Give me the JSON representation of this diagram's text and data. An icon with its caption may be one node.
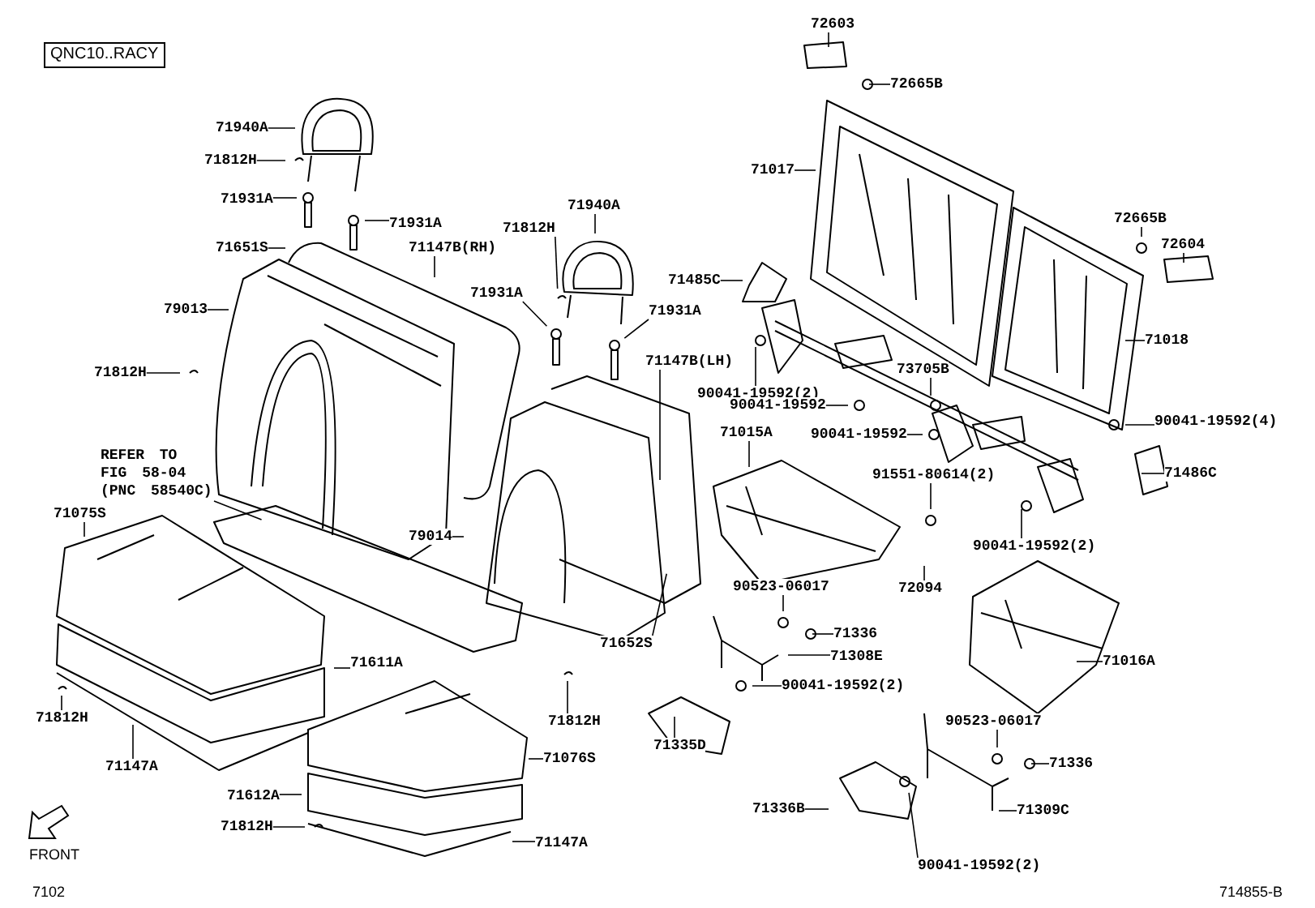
{
  "diagram": {
    "nodes": [
      {
        "text": [
          "QNC10..RACY"
        ]
      },
      {
        "text": [
          "72603"
        ]
      },
      {
        "text": [
          "72665B"
        ]
      },
      {
        "text": [
          "71940A"
        ]
      },
      {
        "text": [
          "71940A"
        ]
      },
      {
        "text": [
          "71812H"
        ]
      },
      {
        "text": [
          "71017"
        ]
      },
      {
        "text": [
          "71931A"
        ]
      },
      {
        "text": [
          "71931A"
        ]
      },
      {
        "text": [
          "71812H"
        ]
      },
      {
        "text": [
          "72665B"
        ]
      },
      {
        "text": [
          "72604"
        ]
      },
      {
        "text": [
          "71651S"
        ]
      },
      {
        "text": [
          "71147B(RH)"
        ]
      },
      {
        "text": [
          "71485C"
        ]
      },
      {
        "text": [
          "71931A"
        ]
      },
      {
        "text": [
          "71931A"
        ]
      },
      {
        "text": [
          "79013"
        ]
      },
      {
        "text": [
          "71018"
        ]
      },
      {
        "text": [
          "71147B(LH)"
        ]
      },
      {
        "text": [
          "73705B"
        ]
      },
      {
        "text": [
          "90041-19592(2)"
        ]
      },
      {
        "text": [
          "71812H"
        ]
      },
      {
        "text": [
          "90041-19592"
        ]
      },
      {
        "text": [
          "90041-19592"
        ]
      },
      {
        "text": [
          "90041-19592(4)"
        ]
      },
      {
        "text": [
          "71015A"
        ]
      },
      {
        "text": [
          "REFER TO FIG 58-04 (PNC 58540C)"
        ]
      },
      {
        "text": [
          "71486C"
        ]
      },
      {
        "text": [
          "91551-80614(2)"
        ]
      },
      {
        "text": [
          "71075S"
        ]
      },
      {
        "text": [
          "79014"
        ]
      },
      {
        "text": [
          "90041-19592(2)"
        ]
      },
      {
        "text": [
          "72094"
        ]
      },
      {
        "text": [
          "90523-06017"
        ]
      },
      {
        "text": [
          "71336"
        ]
      },
      {
        "text": [
          "71652S"
        ]
      },
      {
        "text": [
          "71308E"
        ]
      },
      {
        "text": [
          "71611A"
        ]
      },
      {
        "text": [
          "71016A"
        ]
      },
      {
        "text": [
          "90041-19592(2)"
        ]
      },
      {
        "text": [
          "71812H"
        ]
      },
      {
        "text": [
          "71812H"
        ]
      },
      {
        "text": [
          "71335D"
        ]
      },
      {
        "text": [
          "90523-06017"
        ]
      },
      {
        "text": [
          "71336"
        ]
      },
      {
        "text": [
          "71076S"
        ]
      },
      {
        "text": [
          "71147A"
        ]
      },
      {
        "text": [
          "71612A"
        ]
      },
      {
        "text": [
          "71309C"
        ]
      },
      {
        "text": [
          "71336B"
        ]
      },
      {
        "text": [
          "71812H"
        ]
      },
      {
        "text": [
          "71147A"
        ]
      },
      {
        "text": [
          "90041-19592(2)"
        ]
      }
    ],
    "edges": [
      {
        "from": 1,
        "to": null,
        "arrow": "none"
      },
      {
        "from": 2,
        "to": null,
        "arrow": "none"
      },
      {
        "from": 3,
        "to": null,
        "arrow": "none"
      },
      {
        "from": 4,
        "to": null,
        "arrow": "none"
      },
      {
        "from": 5,
        "to": null,
        "arrow": "none"
      },
      {
        "from": 6,
        "to": null,
        "arrow": "none"
      },
      {
        "from": 7,
        "to": null,
        "arrow": "none"
      },
      {
        "from": 8,
        "to": null,
        "arrow": "none"
      },
      {
        "from": 9,
        "to": null,
        "arrow": "none"
      },
      {
        "from": 10,
        "to": null,
        "arrow": "none"
      },
      {
        "from": 11,
        "to": null,
        "arrow": "none"
      },
      {
        "from": 12,
        "to": null,
        "arrow": "none"
      },
      {
        "from": 13,
        "to": null,
        "arrow": "none"
      },
      {
        "from": 14,
        "to": null,
        "arrow": "none"
      },
      {
        "from": 15,
        "to": null,
        "arrow": "none"
      },
      {
        "from": 16,
        "to": null,
        "arrow": "none"
      },
      {
        "from": 17,
        "to": null,
        "arrow": "none"
      },
      {
        "from": 18,
        "to": null,
        "arrow": "none"
      },
      {
        "from": 19,
        "to": null,
        "arrow": "none"
      },
      {
        "from": 20,
        "to": null,
        "arrow": "none"
      },
      {
        "from": 21,
        "to": null,
        "arrow": "none"
      },
      {
        "from": 22,
        "to": null,
        "arrow": "none"
      },
      {
        "from": 23,
        "to": null,
        "arrow": "none"
      },
      {
        "from": 24,
        "to": null,
        "arrow": "none"
      },
      {
        "from": 25,
        "to": null,
        "arrow": "none"
      },
      {
        "from": 26,
        "to": null,
        "arrow": "none"
      },
      {
        "from": 27,
        "to": null,
        "arrow": "none"
      },
      {
        "from": 28,
        "to": null,
        "arrow": "none"
      },
      {
        "from": 29,
        "to": null,
        "arrow": "none"
      },
      {
        "from": 30,
        "to": null,
        "arrow": "none"
      },
      {
        "from": 31,
        "to": null,
        "arrow": "none"
      },
      {
        "from": 32,
        "to": null,
        "arrow": "none"
      },
      {
        "from": 33,
        "to": null,
        "arrow": "none"
      },
      {
        "from": 34,
        "to": null,
        "arrow": "none"
      },
      {
        "from": 35,
        "to": null,
        "arrow": "none"
      },
      {
        "from": 36,
        "to": null,
        "arrow": "none"
      },
      {
        "from": 37,
        "to": null,
        "arrow": "none"
      },
      {
        "from": 38,
        "to": null,
        "arrow": "none"
      },
      {
        "from": 39,
        "to": null,
        "arrow": "none"
      },
      {
        "from": 40,
        "to": null,
        "arrow": "none"
      },
      {
        "from": 41,
        "to": null,
        "arrow": "none"
      },
      {
        "from": 42,
        "to": null,
        "arrow": "none"
      },
      {
        "from": 43,
        "to": null,
        "arrow": "none"
      },
      {
        "from": 44,
        "to": null,
        "arrow": "none"
      },
      {
        "from": 45,
        "to": null,
        "arrow": "none"
      },
      {
        "from": 46,
        "to": null,
        "arrow": "none"
      },
      {
        "from": 47,
        "to": null,
        "arrow": "none"
      },
      {
        "from": 48,
        "to": null,
        "arrow": "none"
      },
      {
        "from": 49,
        "to": null,
        "arrow": "none"
      },
      {
        "from": 50,
        "to": null,
        "arrow": "none"
      },
      {
        "from": 51,
        "to": null,
        "arrow": "none"
      },
      {
        "from": 52,
        "to": null,
        "arrow": "none"
      },
      {
        "from": 53,
        "to": null,
        "arrow": "none"
      }
    ],
    "labels": [
      "FRONT",
      "7102",
      "714855-B"
    ]
  }
}
